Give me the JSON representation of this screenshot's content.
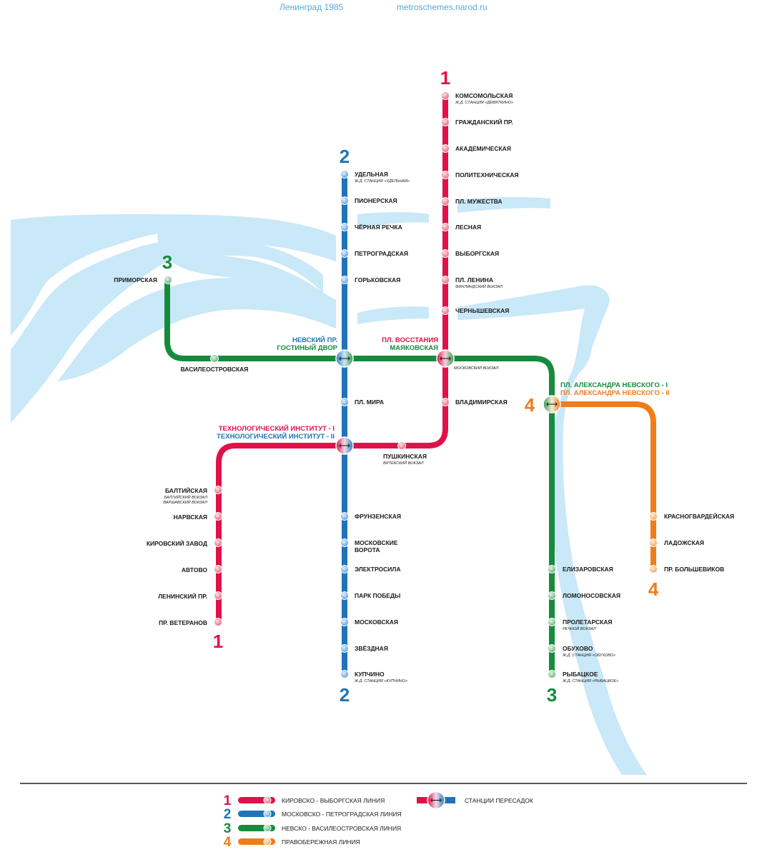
{
  "header": {
    "title": "Ленинград 1985",
    "site": "metroschemes.narod.ru"
  },
  "colors": {
    "red": "#e0114a",
    "blue": "#1f74b9",
    "green": "#168b3e",
    "orange": "#ef7d1a",
    "river": "#c9e8f8"
  },
  "lines": {
    "l1": {
      "number": "1",
      "name": "КИРОВСКО - ВЫБОРГСКАЯ ЛИНИЯ"
    },
    "l2": {
      "number": "2",
      "name": "МОСКОВСКО - ПЕТРОГРАДСКАЯ ЛИНИЯ"
    },
    "l3": {
      "number": "3",
      "name": "НЕВСКО - ВАСИЛЕОСТРОВСКАЯ ЛИНИЯ"
    },
    "l4": {
      "number": "4",
      "name": "ПРАВОБЕРЕЖНАЯ ЛИНИЯ"
    }
  },
  "legend": {
    "interchange": "СТАНЦИИ ПЕРЕСАДОК"
  },
  "transfers": {
    "nevsky": {
      "a": "НЕВСКИЙ ПР.",
      "b": "ГОСТИНЫЙ ДВОР"
    },
    "vosstaniya": {
      "a": "ПЛ. ВОССТАНИЯ",
      "b": "МАЯКОВСКАЯ",
      "sub": "МОСКОВСКИЙ ВОКЗАЛ"
    },
    "nevskogo": {
      "a": "ПЛ. АЛЕКСАНДРА НЕВСКОГО - I",
      "b": "ПЛ. АЛЕКСАНДРА НЕВСКОГО - II"
    },
    "tech": {
      "a": "ТЕХНОЛОГИЧЕСКИЙ ИНСТИТУТ -  I",
      "b": "ТЕХНОЛОГИЧЕСКИЙ ИНСТИТУТ - II"
    }
  },
  "stations": {
    "l1_north": [
      {
        "name": "КОМСОМОЛЬСКАЯ",
        "sub": "Ж.Д. СТАНЦИЯ «ДЕВЯТКИНО»"
      },
      {
        "name": "ГРАЖДАНСКИЙ ПР."
      },
      {
        "name": "АКАДЕМИЧЕСКАЯ"
      },
      {
        "name": "ПОЛИТЕХНИЧЕСКАЯ"
      },
      {
        "name": "ПЛ. МУЖЕСТВА"
      },
      {
        "name": "ЛЕСНАЯ"
      },
      {
        "name": "ВЫБОРГСКАЯ"
      },
      {
        "name": "ПЛ. ЛЕНИНА",
        "sub": "ФИНЛЯНДСКИЙ ВОКЗАЛ"
      },
      {
        "name": "ЧЕРНЫШЕВСКАЯ"
      }
    ],
    "vladimirskaya": {
      "name": "ВЛАДИМИРСКАЯ"
    },
    "pushkinskaya": {
      "name": "ПУШКИНСКАЯ",
      "sub": "ВИТЕБСКИЙ ВОКЗАЛ"
    },
    "l1_south": [
      {
        "name": "БАЛТИЙСКАЯ",
        "sub": "БАЛТИЙСКИЙ ВОКЗАЛ",
        "sub2": "ВАРШАВСКИЙ ВОКЗАЛ"
      },
      {
        "name": "НАРВСКАЯ"
      },
      {
        "name": "КИРОВСКИЙ ЗАВОД"
      },
      {
        "name": "АВТОВО"
      },
      {
        "name": "ЛЕНИНСКИЙ ПР."
      },
      {
        "name": "ПР. ВЕТЕРАНОВ"
      }
    ],
    "l2_north": [
      {
        "name": "УДЕЛЬНАЯ",
        "sub": "Ж.Д. СТАНЦИЯ «УДЕЛЬНАЯ»"
      },
      {
        "name": "ПИОНЕРСКАЯ"
      },
      {
        "name": "ЧЁРНАЯ РЕЧКА"
      },
      {
        "name": "ПЕТРОГРАДСКАЯ"
      },
      {
        "name": "ГОРЬКОВСКАЯ"
      }
    ],
    "pl_mira": {
      "name": "ПЛ. МИРА"
    },
    "l2_south": [
      {
        "name": "ФРУНЗЕНСКАЯ"
      },
      {
        "name": "МОСКОВСКИЕ",
        "name2": "ВОРОТА"
      },
      {
        "name": "ЭЛЕКТРОСИЛА"
      },
      {
        "name": "ПАРК ПОБЕДЫ"
      },
      {
        "name": "МОСКОВСКАЯ"
      },
      {
        "name": "ЗВЁЗДНАЯ"
      },
      {
        "name": "КУПЧИНО",
        "sub": "Ж.Д. СТАНЦИЯ «КУПЧИНО»"
      }
    ],
    "primorskaya": {
      "name": "ПРИМОРСКАЯ"
    },
    "vasileostrovskaya": {
      "name": "ВАСИЛЕОСТРОВСКАЯ"
    },
    "l3_south": [
      {
        "name": "ЕЛИЗАРОВСКАЯ"
      },
      {
        "name": "ЛОМОНОСОВСКАЯ"
      },
      {
        "name": "ПРОЛЕТАРСКАЯ",
        "sub": "РЕЧНОЙ ВОКЗАЛ"
      },
      {
        "name": "ОБУХОВО",
        "sub": "Ж.Д. СТАНЦИЯ «ОБУХОВО»"
      },
      {
        "name": "РЫБАЦКОЕ",
        "sub": "Ж.Д. СТАНЦИЯ «РЫБАЦКОЕ»"
      }
    ],
    "l4": [
      {
        "name": "КРАСНОГВАРДЕЙСКАЯ"
      },
      {
        "name": "ЛАДОЖСКАЯ"
      },
      {
        "name": "ПР. БОЛЬШЕВИКОВ"
      }
    ]
  }
}
